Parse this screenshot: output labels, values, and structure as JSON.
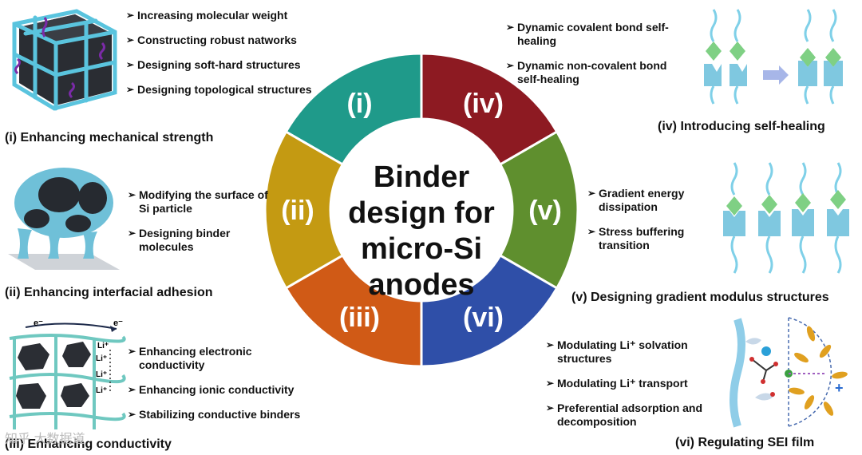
{
  "center": {
    "lines": [
      "Binder",
      "design for",
      "micro-Si",
      "anodes"
    ]
  },
  "segments": [
    {
      "label": "(i)",
      "color": "#1f9a8a"
    },
    {
      "label": "(iv)",
      "color": "#8d1a22"
    },
    {
      "label": "(v)",
      "color": "#5f8f2e"
    },
    {
      "label": "(vi)",
      "color": "#2f4fa8"
    },
    {
      "label": "(iii)",
      "color": "#d05a16"
    },
    {
      "label": "(ii)",
      "color": "#c49a12"
    }
  ],
  "sections": {
    "mech": {
      "title": "(i) Enhancing mechanical strength",
      "bullets": [
        "Increasing molecular weight",
        "Constructing robust natworks",
        "Designing soft-hard structures",
        "Designing topological structures"
      ]
    },
    "adhesion": {
      "title": "(ii) Enhancing interfacial adhesion",
      "bullets": [
        "Modifying the surface of Si particle",
        "Designing binder molecules"
      ]
    },
    "conduct": {
      "title": "(iii) Enhancing conductivity",
      "bullets": [
        "Enhancing electronic conductivity",
        "Enhancing ionic conductivity",
        "Stabilizing conductive binders"
      ],
      "labels": {
        "e1": "e⁻",
        "e2": "e⁻",
        "li1": "Li⁺",
        "li2": "Li⁺",
        "li3": "Li⁺",
        "li4": "Li⁺"
      }
    },
    "heal": {
      "title": "(iv) Introducing self-healing",
      "bullets": [
        "Dynamic covalent bond self-healing",
        "Dynamic non-covalent bond self-healing"
      ]
    },
    "gradient": {
      "title": "(v) Designing gradient modulus structures",
      "bullets": [
        "Gradient energy dissipation",
        "Stress buffering transition"
      ]
    },
    "sei": {
      "title": "(vi) Regulating SEI film",
      "bullets": [
        "Modulating Li⁺ solvation structures",
        "Modulating Li⁺ transport",
        "Preferential adsorption and decomposition"
      ],
      "plus": "+"
    }
  },
  "watermark": "知乎 大数据道"
}
